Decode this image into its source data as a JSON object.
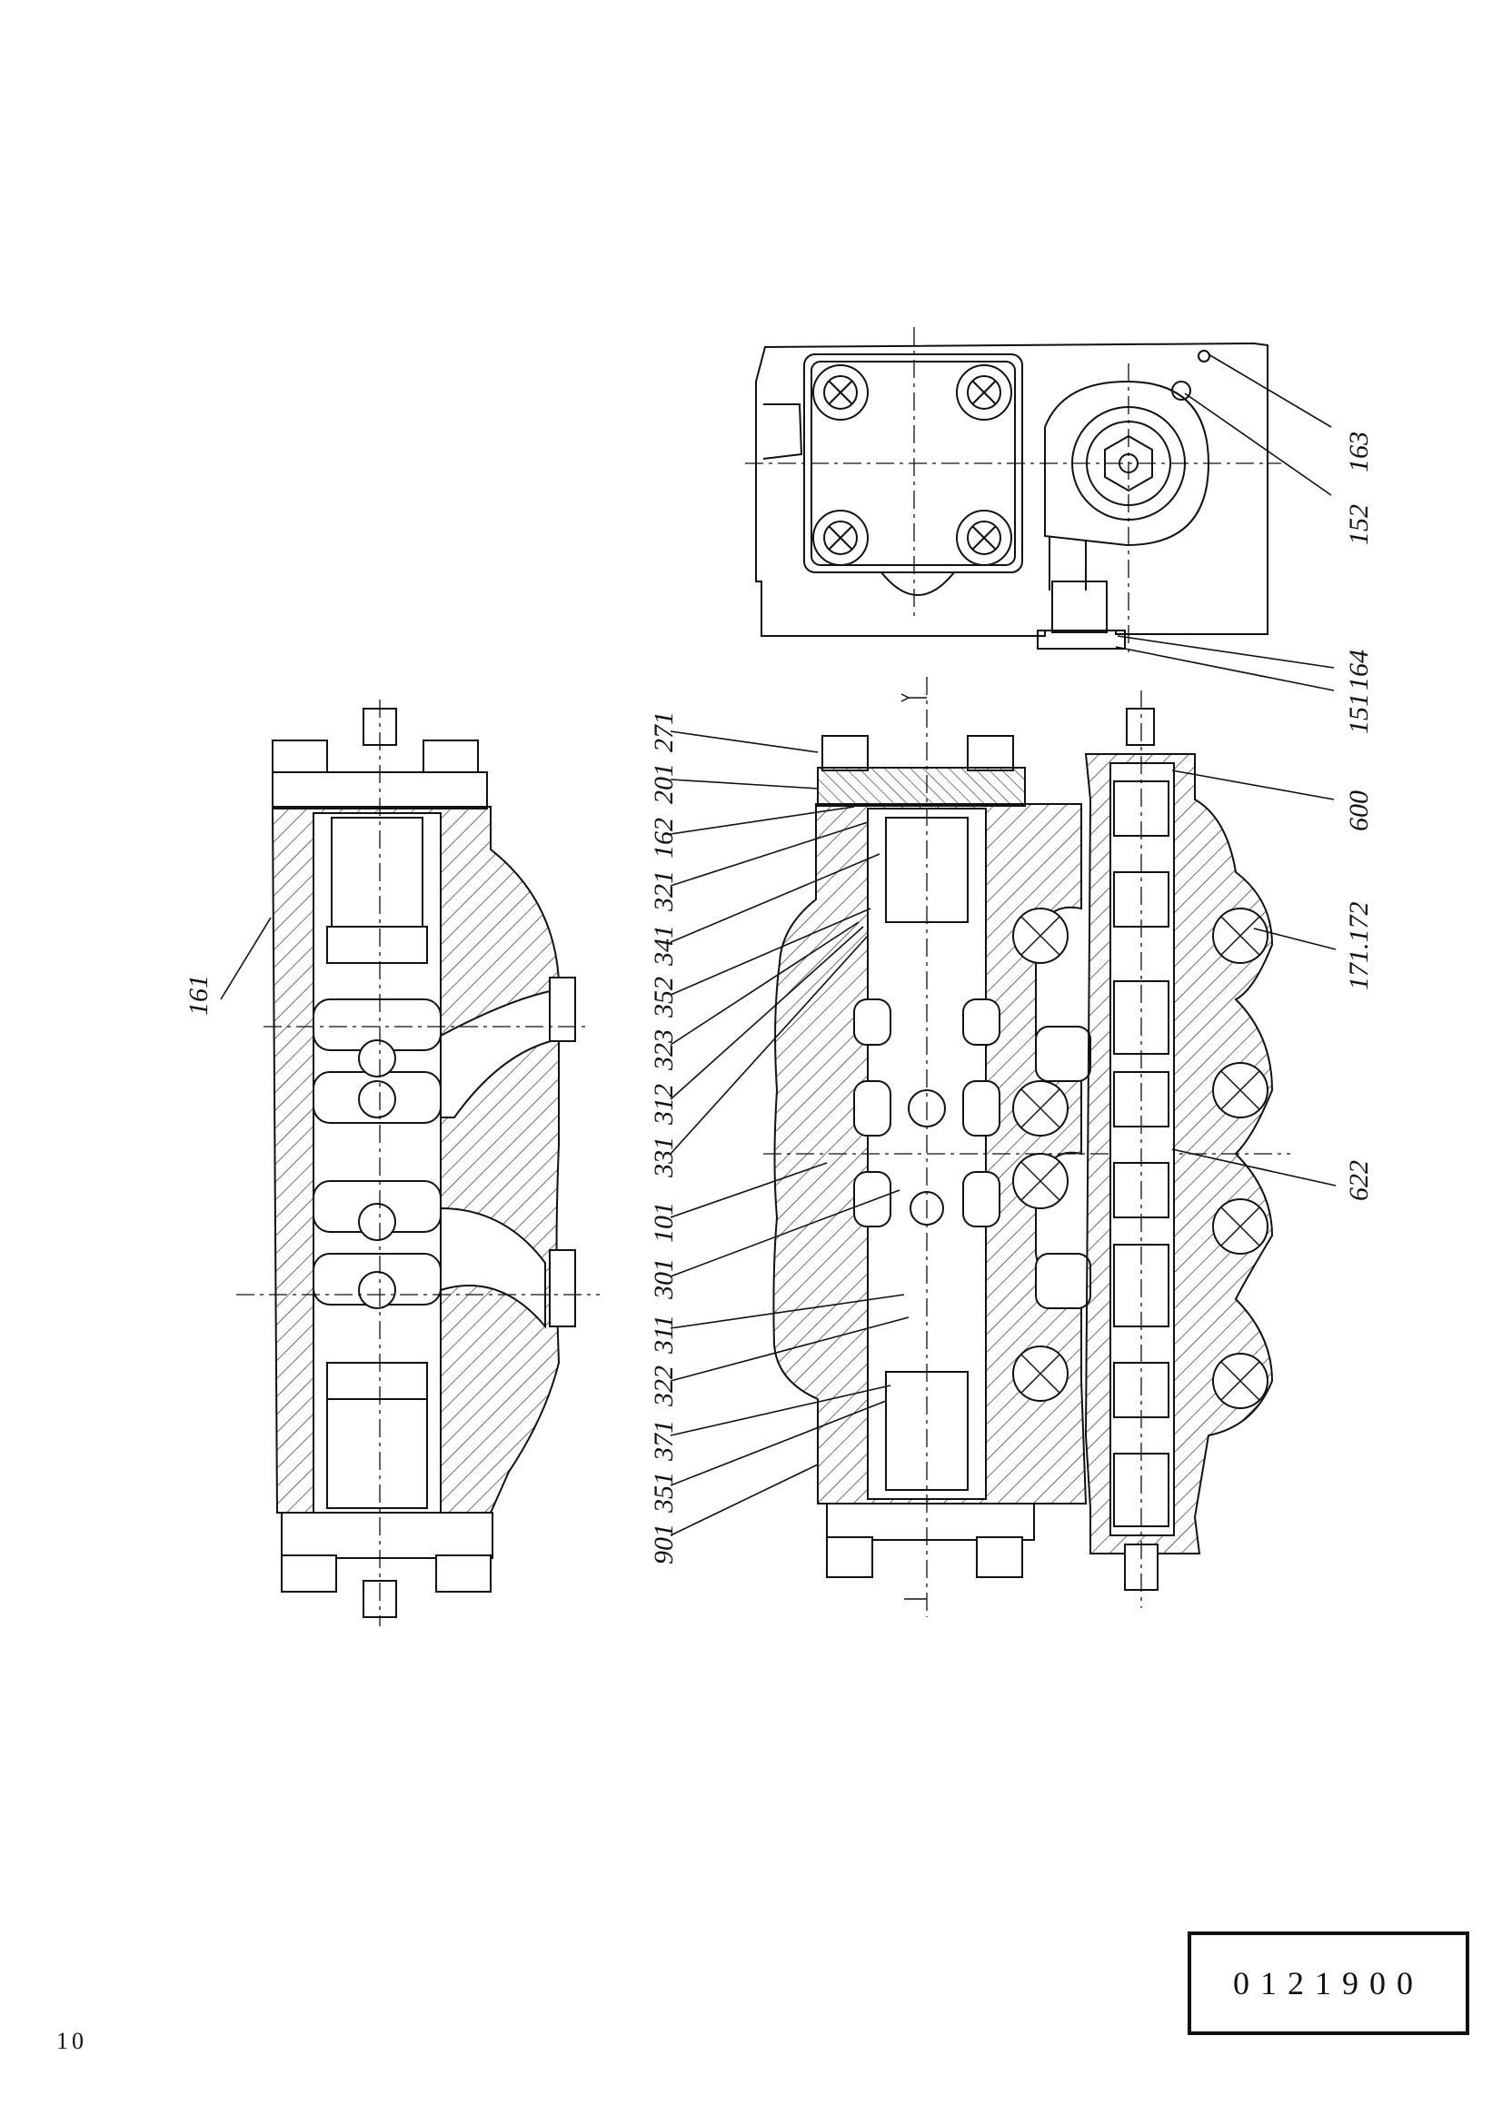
{
  "drawing_code": "0121900",
  "page_number": "10",
  "callouts": {
    "c161": "161",
    "c163": "163",
    "c152": "152",
    "c164": "164",
    "c151": "151",
    "c271": "271",
    "c201": "201",
    "c162": "162",
    "c321": "321",
    "c341": "341",
    "c352": "352",
    "c323": "323",
    "c312": "312",
    "c331": "331",
    "c101": "101",
    "c301": "301",
    "c311": "311",
    "c322": "322",
    "c371": "371",
    "c351": "351",
    "c901": "901",
    "c600": "600",
    "c171": "171.172",
    "c622": "622"
  }
}
